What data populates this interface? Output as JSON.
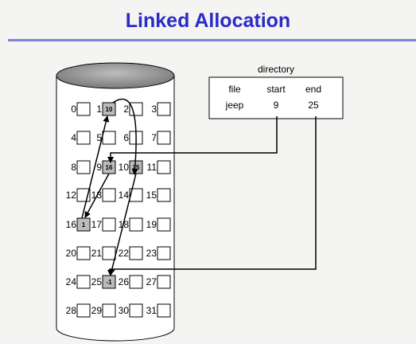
{
  "title": "Linked Allocation",
  "directory": {
    "caption": "directory",
    "headers": [
      "file",
      "start",
      "end"
    ],
    "row": [
      "jeep",
      "9",
      "25"
    ]
  },
  "blocks": [
    {
      "n": "0",
      "v": ""
    },
    {
      "n": "1",
      "v": "10"
    },
    {
      "n": "2",
      "v": ""
    },
    {
      "n": "3",
      "v": ""
    },
    {
      "n": "4",
      "v": ""
    },
    {
      "n": "5",
      "v": ""
    },
    {
      "n": "6",
      "v": ""
    },
    {
      "n": "7",
      "v": ""
    },
    {
      "n": "8",
      "v": ""
    },
    {
      "n": "9",
      "v": "16"
    },
    {
      "n": "10",
      "v": "25"
    },
    {
      "n": "11",
      "v": ""
    },
    {
      "n": "12",
      "v": ""
    },
    {
      "n": "13",
      "v": ""
    },
    {
      "n": "14",
      "v": ""
    },
    {
      "n": "15",
      "v": ""
    },
    {
      "n": "16",
      "v": "1"
    },
    {
      "n": "17",
      "v": ""
    },
    {
      "n": "18",
      "v": ""
    },
    {
      "n": "19",
      "v": ""
    },
    {
      "n": "20",
      "v": ""
    },
    {
      "n": "21",
      "v": ""
    },
    {
      "n": "22",
      "v": ""
    },
    {
      "n": "23",
      "v": ""
    },
    {
      "n": "24",
      "v": ""
    },
    {
      "n": "25",
      "v": "-1"
    },
    {
      "n": "26",
      "v": ""
    },
    {
      "n": "27",
      "v": ""
    },
    {
      "n": "28",
      "v": ""
    },
    {
      "n": "29",
      "v": ""
    },
    {
      "n": "30",
      "v": ""
    },
    {
      "n": "31",
      "v": ""
    }
  ],
  "chain": [
    "9",
    "16",
    "1",
    "10",
    "25"
  ],
  "colors": {
    "title": "#2b2bc8",
    "used_block": "#bcbcbc",
    "free_block": "#ffffff",
    "cylinder_top": "#8e8e8e"
  }
}
